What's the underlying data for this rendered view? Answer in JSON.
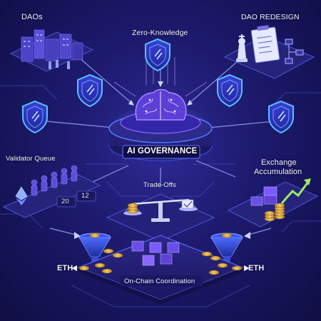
{
  "labels": {
    "daos": "DAOs",
    "zero_knowledge": "Zero-Knowledge",
    "dao_redesign": "DAO REDESIGN",
    "validator_queue": "Validator Queue",
    "queue_num_1": "20",
    "queue_num_2": "12",
    "ai_governance": "AI GOVERNANCE",
    "exchange_accumulation_1": "Exchange",
    "exchange_accumulation_2": "Accumulation",
    "trade_offs": "Trade-Offs",
    "eth_left": "ETH",
    "eth_right": "ETH",
    "on_chain_coordination": "On-Chain Coordination"
  },
  "colors": {
    "background": "#1a1766",
    "accent_blue": "#3fa8ff",
    "accent_purple": "#7b4dff",
    "gold": "#e8b545",
    "text": "#f2f2ff"
  },
  "icons": [
    "buildings-icon",
    "shield-icon",
    "clipboard-icon",
    "chess-king-icon",
    "brain-chip-icon",
    "ethereum-icon",
    "scale-icon",
    "coin-stack-icon",
    "growth-arrow-icon",
    "funnel-icon",
    "cube-icon"
  ]
}
